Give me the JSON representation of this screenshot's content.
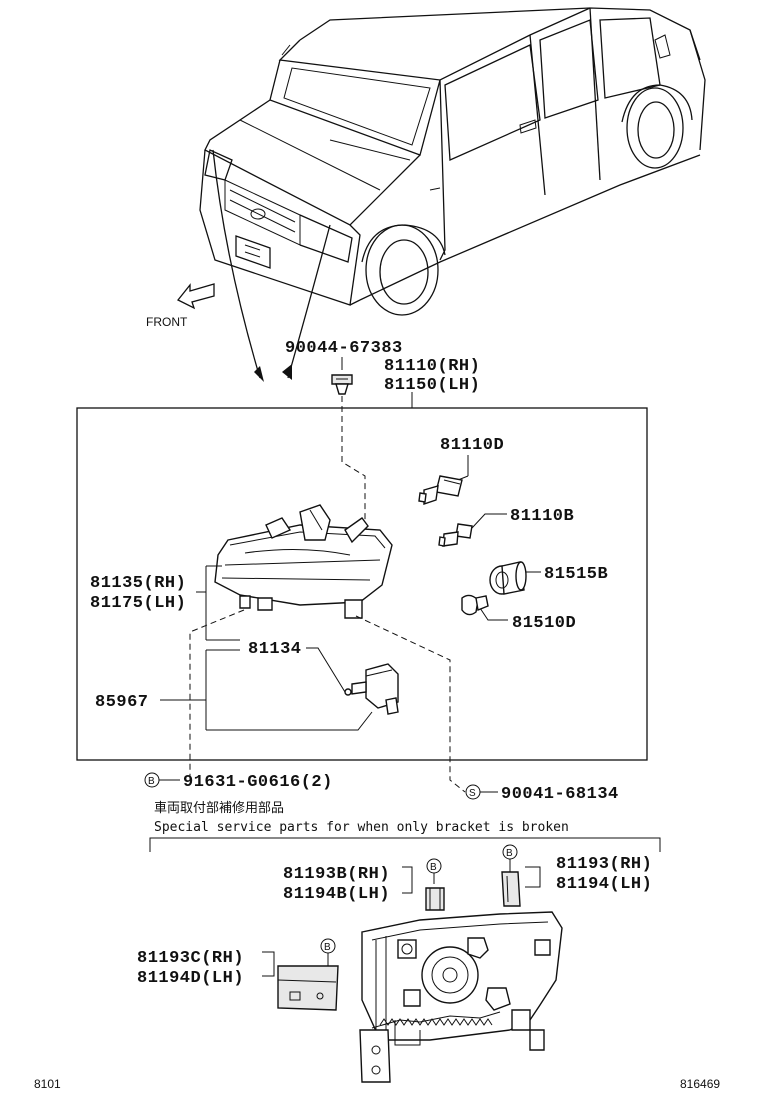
{
  "front_label": "FRONT",
  "parts": {
    "bolt_9004467383": "90044-67383",
    "headlamp_rh": "81110(RH)",
    "headlamp_lh": "81150(LH)",
    "bulb_81110D": "81110D",
    "bulb_81110B": "81110B",
    "socket_81515B": "81515B",
    "bulb_81510D": "81510D",
    "housing_rh": "81135(RH)",
    "housing_lh": "81175(LH)",
    "part_81134": "81134",
    "actuator_85967": "85967",
    "screw_91631": "91631-G0616(2)",
    "screw_90041": "90041-68134",
    "bracket_81193B_rh": "81193B(RH)",
    "bracket_81194B_lh": "81194B(LH)",
    "bracket_81193_rh": "81193(RH)",
    "bracket_81194_lh": "81194(LH)",
    "bracket_81193C_rh": "81193C(RH)",
    "bracket_81194D_lh": "81194D(LH)"
  },
  "callout_b": "B",
  "callout_s": "S",
  "note_japanese": "車両取付部補修用部品",
  "note_english": "Special service parts for when only bracket is broken",
  "corner_left": "8101",
  "corner_right": "816469"
}
